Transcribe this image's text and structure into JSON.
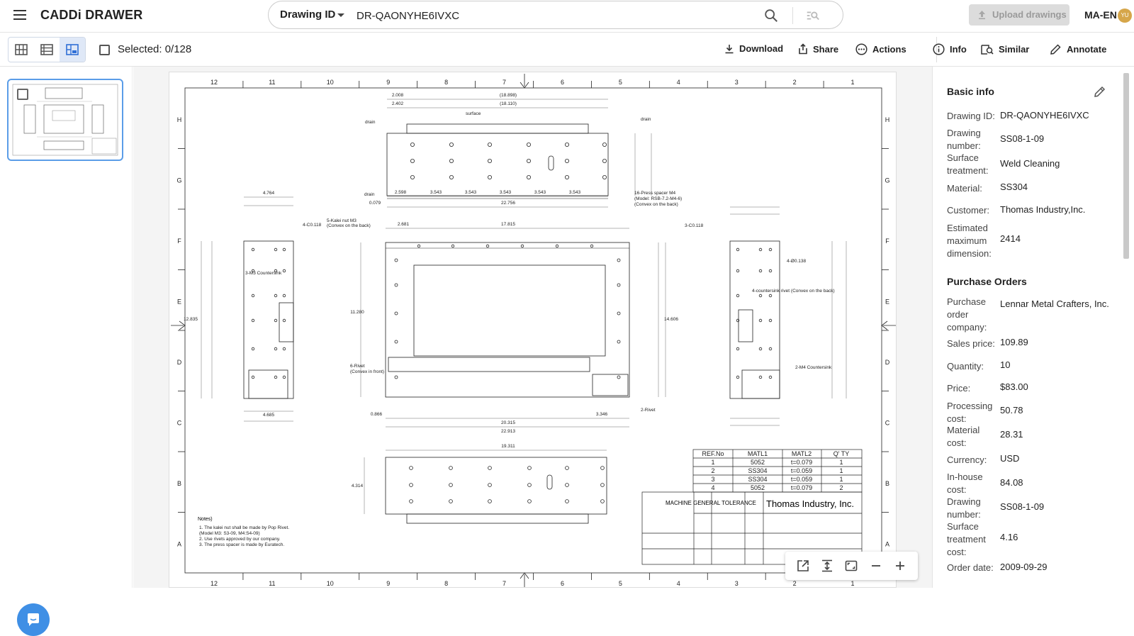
{
  "app": {
    "title": "CADDi DRAWER"
  },
  "search": {
    "type_label": "Drawing ID",
    "value": "DR-QAONYHE6IVXC"
  },
  "header": {
    "upload_label": "Upload drawings",
    "language": "MA-EN",
    "avatar_initials": "YU"
  },
  "toolbar": {
    "selected_label": "Selected: 0/128",
    "download": "Download",
    "share": "Share",
    "actions": "Actions",
    "info": "Info",
    "similar": "Similar",
    "annotate": "Annotate"
  },
  "view_modes": [
    "grid-view",
    "list-view",
    "detail-view"
  ],
  "info_panel": {
    "basic_title": "Basic info",
    "basic": [
      {
        "label": "Drawing ID:",
        "value": "DR-QAONYHE6IVXC"
      },
      {
        "label": "Drawing number:",
        "value": "SS08-1-09"
      },
      {
        "label": "Surface treatment:",
        "value": "Weld Cleaning"
      },
      {
        "label": "Material:",
        "value": "SS304"
      },
      {
        "label": "Customer:",
        "value": "Thomas Industry,Inc."
      },
      {
        "label": "Estimated maximum dimension:",
        "value": "2414"
      }
    ],
    "po_title": "Purchase Orders",
    "po": [
      {
        "label": "Purchase order company:",
        "value": "Lennar Metal Crafters, Inc."
      },
      {
        "label": "Sales price:",
        "value": "109.89"
      },
      {
        "label": "Quantity:",
        "value": "10"
      },
      {
        "label": "Price:",
        "value": "$83.00"
      },
      {
        "label": "Processing cost:",
        "value": "50.78"
      },
      {
        "label": "Material cost:",
        "value": "28.31"
      },
      {
        "label": "Currency:",
        "value": "USD"
      },
      {
        "label": "In-house cost:",
        "value": "84.08"
      },
      {
        "label": "Drawing number:",
        "value": "SS08-1-09"
      },
      {
        "label": "Surface treatment cost:",
        "value": "4.16"
      },
      {
        "label": "Order date:",
        "value": "2009-09-29"
      }
    ]
  },
  "drawing": {
    "col_numbers": [
      "12",
      "11",
      "10",
      "9",
      "8",
      "7",
      "6",
      "5",
      "4",
      "3",
      "2",
      "1"
    ],
    "row_letters": [
      "H",
      "G",
      "F",
      "E",
      "D",
      "C",
      "B",
      "A"
    ],
    "company": "Thomas Industry, Inc.",
    "tolerance_title": "MACHINE GENERAL TOLERANCE",
    "notes_title": "Notes)",
    "notes": [
      "1.  The kalei nut shall be made by Pop Rivet.",
      "     (Model M3: S3-09, M4:S4-09)",
      "2.  Use rivets approved by our company.",
      "3.  The press spacer is made by Euratech."
    ],
    "parts_header": [
      "REF.No",
      "MATL1",
      "MATL2",
      "Q' TY"
    ],
    "parts": [
      [
        "1",
        "5052",
        "t=0.079",
        "1"
      ],
      [
        "2",
        "SS304",
        "t=0.059",
        "1"
      ],
      [
        "3",
        "SS304",
        "t=0.059",
        "1"
      ],
      [
        "4",
        "5052",
        "t=0.079",
        "2"
      ]
    ],
    "callouts": [
      "drain",
      "surface",
      "drain",
      "drain",
      "16-Press spacer M4",
      "(Model: RSB-7.2-M4-6)",
      "(Convex on the back)",
      "5-Kalei nut M3",
      "(Convex on the back)",
      "4-C0.118",
      "3-C0.118",
      "4-Ø0.138",
      "3-M3 Countersink",
      "4-countersink rivet (Convex on the back)",
      "6-Rivet",
      "(Convex in front)",
      "2-Rivet",
      "2-M4 Countersink"
    ],
    "dims": [
      "2.008",
      "(18.898)",
      "2.402",
      "(18.110)",
      "2.598",
      "3.543",
      "3.543",
      "3.543",
      "3.543",
      "3.543",
      "22.756",
      "0.079",
      "17.815",
      "2.681",
      "20.315",
      "22.913",
      "19.311",
      "0.866",
      "3.346",
      "4.764",
      "4.685",
      "12.835",
      "14.606",
      "11.280",
      "4.314"
    ]
  }
}
